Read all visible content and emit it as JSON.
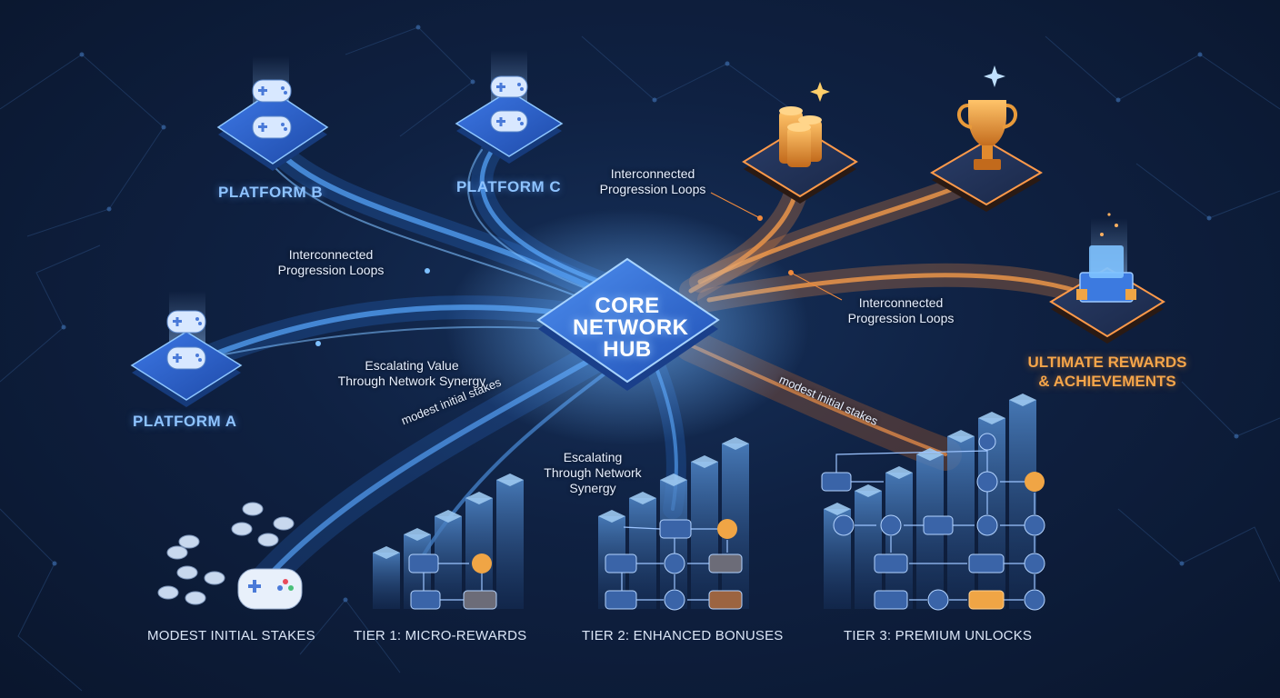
{
  "hub": {
    "line1": "CORE",
    "line2": "NETWORK",
    "line3": "HUB"
  },
  "platforms": {
    "a": "PLATFORM A",
    "b": "PLATFORM B",
    "c": "PLATFORM C"
  },
  "rewards": {
    "line1": "ULTIMATE REWARDS",
    "line2": "& ACHIEVEMENTS"
  },
  "annotations": {
    "loops_top": {
      "line1": "Interconnected",
      "line2": "Progression Loops"
    },
    "loops_left": {
      "line1": "Interconnected",
      "line2": "Progression Loops"
    },
    "loops_right": {
      "line1": "Interconnected",
      "line2": "Progression Loops"
    },
    "escalating_left": {
      "line1": "Escalating Value",
      "line2": "Through Network Synergy"
    },
    "escalating_center": {
      "line1": "Escalating",
      "line2": "Through Network",
      "line3": "Synergy"
    },
    "stakes_left": "modest initial stakes",
    "stakes_right": "modest initial stakes"
  },
  "tiers": {
    "stakes": "MODEST INITIAL STAKES",
    "tier1": "TIER 1: MICRO-REWARDS",
    "tier2": "TIER 2: ENHANCED BONUSES",
    "tier3": "TIER 3: PREMIUM UNLOCKS"
  },
  "colors": {
    "background": "#0d1a33",
    "blue_stream": "#3d8fe8",
    "orange_stream": "#f08a3c",
    "hub": "#2f6fd6",
    "coin_gold": "#f0a545",
    "label_blue": "#8ec3ff",
    "label_orange": "#f5a54a"
  },
  "icons": {
    "platform": "gamepad-icon",
    "coins": "coin-stack-icon",
    "trophy": "trophy-icon",
    "chest": "treasure-chest-icon",
    "dollar": "dollar-icon",
    "node": "network-node-icon"
  }
}
